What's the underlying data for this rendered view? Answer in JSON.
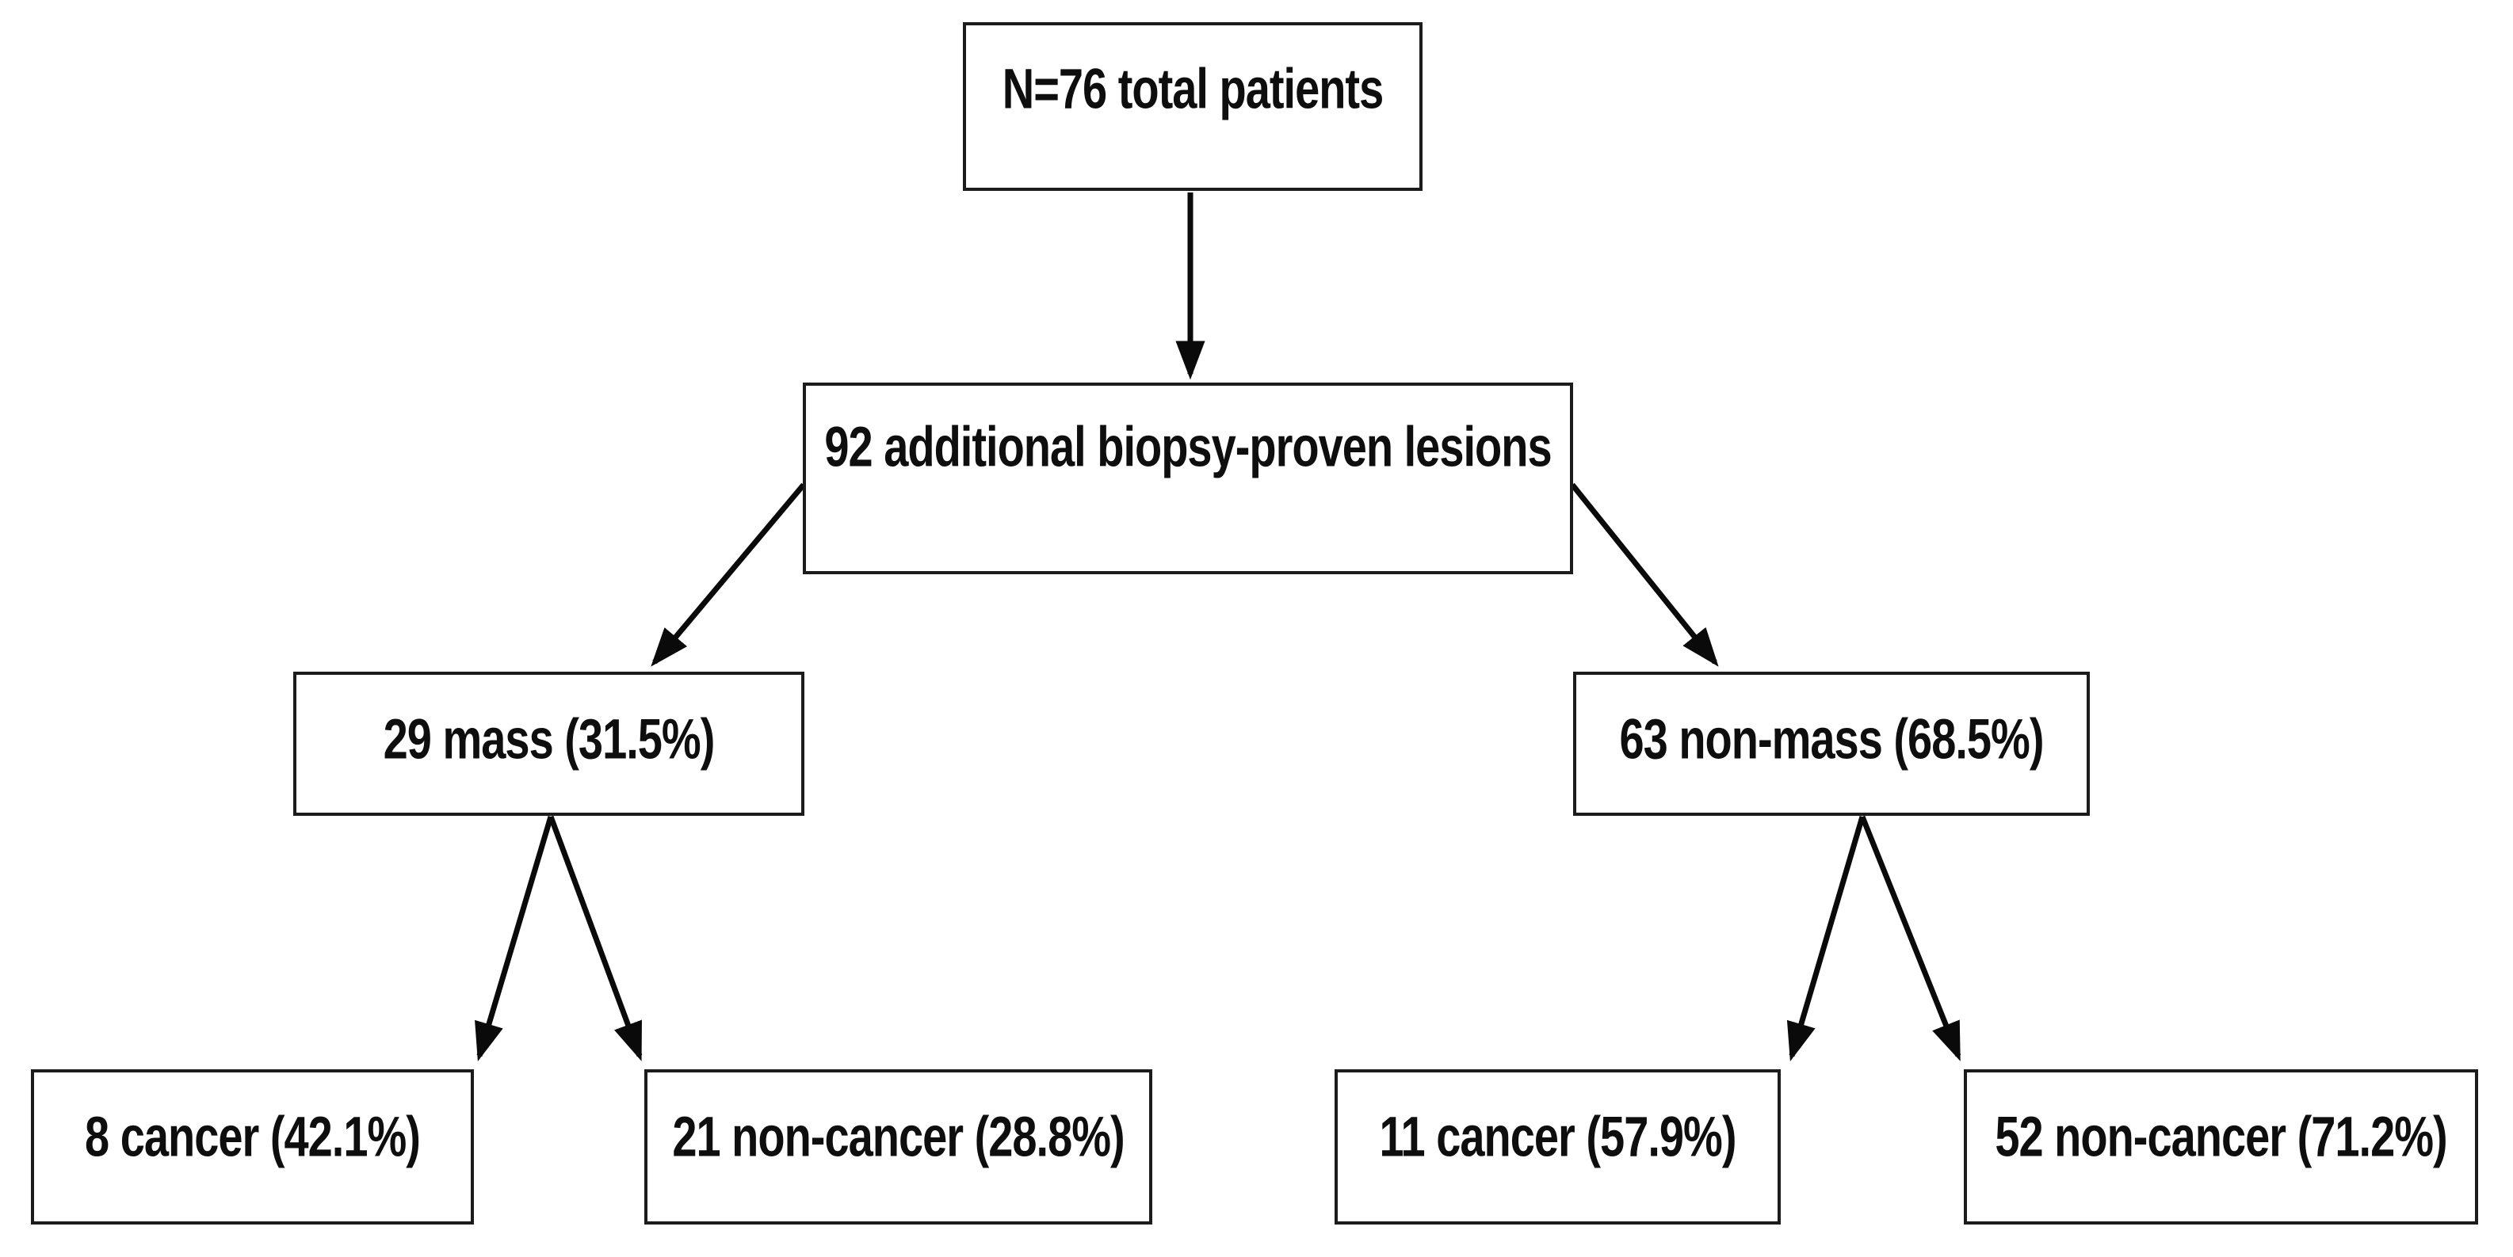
{
  "diagram": {
    "type": "flowchart",
    "colors": {
      "background": "#ffffff",
      "box_border": "#1c1c1c",
      "text": "#0e0e0e",
      "connector": "#0a0a0a"
    },
    "nodes": {
      "root": {
        "label": "N=76 total patients"
      },
      "lesions": {
        "label": "92 additional biopsy-proven lesions"
      },
      "mass": {
        "label": "29 mass (31.5%)"
      },
      "non_mass": {
        "label": "63 non-mass (68.5%)"
      },
      "mass_cancer": {
        "label": "8 cancer (42.1%)"
      },
      "mass_non_cancer": {
        "label": "21 non-cancer (28.8%)"
      },
      "non_mass_cancer": {
        "label": "11 cancer (57.9%)"
      },
      "non_mass_non_cancer": {
        "label": "52 non-cancer (71.2%)"
      }
    },
    "edges": [
      {
        "from": "root",
        "to": "lesions"
      },
      {
        "from": "lesions",
        "to": "mass"
      },
      {
        "from": "lesions",
        "to": "non_mass"
      },
      {
        "from": "mass",
        "to": "mass_cancer"
      },
      {
        "from": "mass",
        "to": "mass_non_cancer"
      },
      {
        "from": "non_mass",
        "to": "non_mass_cancer"
      },
      {
        "from": "non_mass",
        "to": "non_mass_non_cancer"
      }
    ]
  }
}
